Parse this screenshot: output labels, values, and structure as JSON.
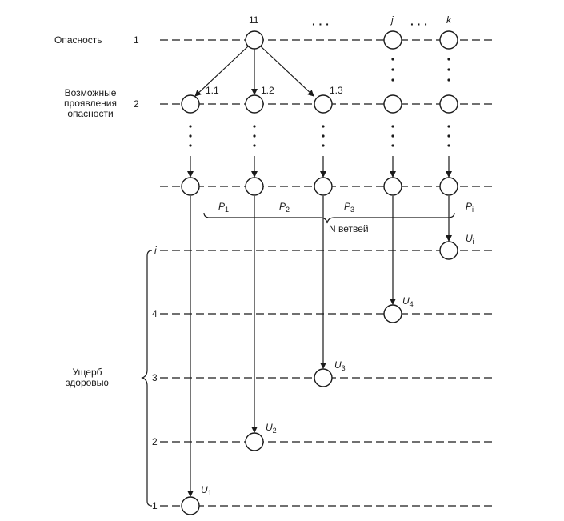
{
  "row_labels": {
    "danger": "Опасность",
    "manifestations": [
      "Возможные",
      "проявления",
      "опасности"
    ],
    "damage": [
      "Ущерб",
      "здоровью"
    ]
  },
  "level_numbers": {
    "row1": "1",
    "row2": "2",
    "dmg_i": "i",
    "dmg_4": "4",
    "dmg_3": "3",
    "dmg_2": "2",
    "dmg_1": "1"
  },
  "node_labels": {
    "top": "11",
    "n11": "1.1",
    "n12": "1.2",
    "n13": "1.3",
    "j": "j",
    "k": "k",
    "ellipsis": "· · ·"
  },
  "branch_probs": [
    {
      "p": "P",
      "s": "1"
    },
    {
      "p": "P",
      "s": "2"
    },
    {
      "p": "P",
      "s": "3"
    },
    {
      "p": "P",
      "s": "i"
    }
  ],
  "n_branches": "N ветвей",
  "damage_nodes": [
    {
      "u": "U",
      "s": "i"
    },
    {
      "u": "U",
      "s": "4"
    },
    {
      "u": "U",
      "s": "3"
    },
    {
      "u": "U",
      "s": "2"
    },
    {
      "u": "U",
      "s": "1"
    }
  ],
  "colors": {
    "ink": "#1a1a1a",
    "background": "#ffffff"
  }
}
